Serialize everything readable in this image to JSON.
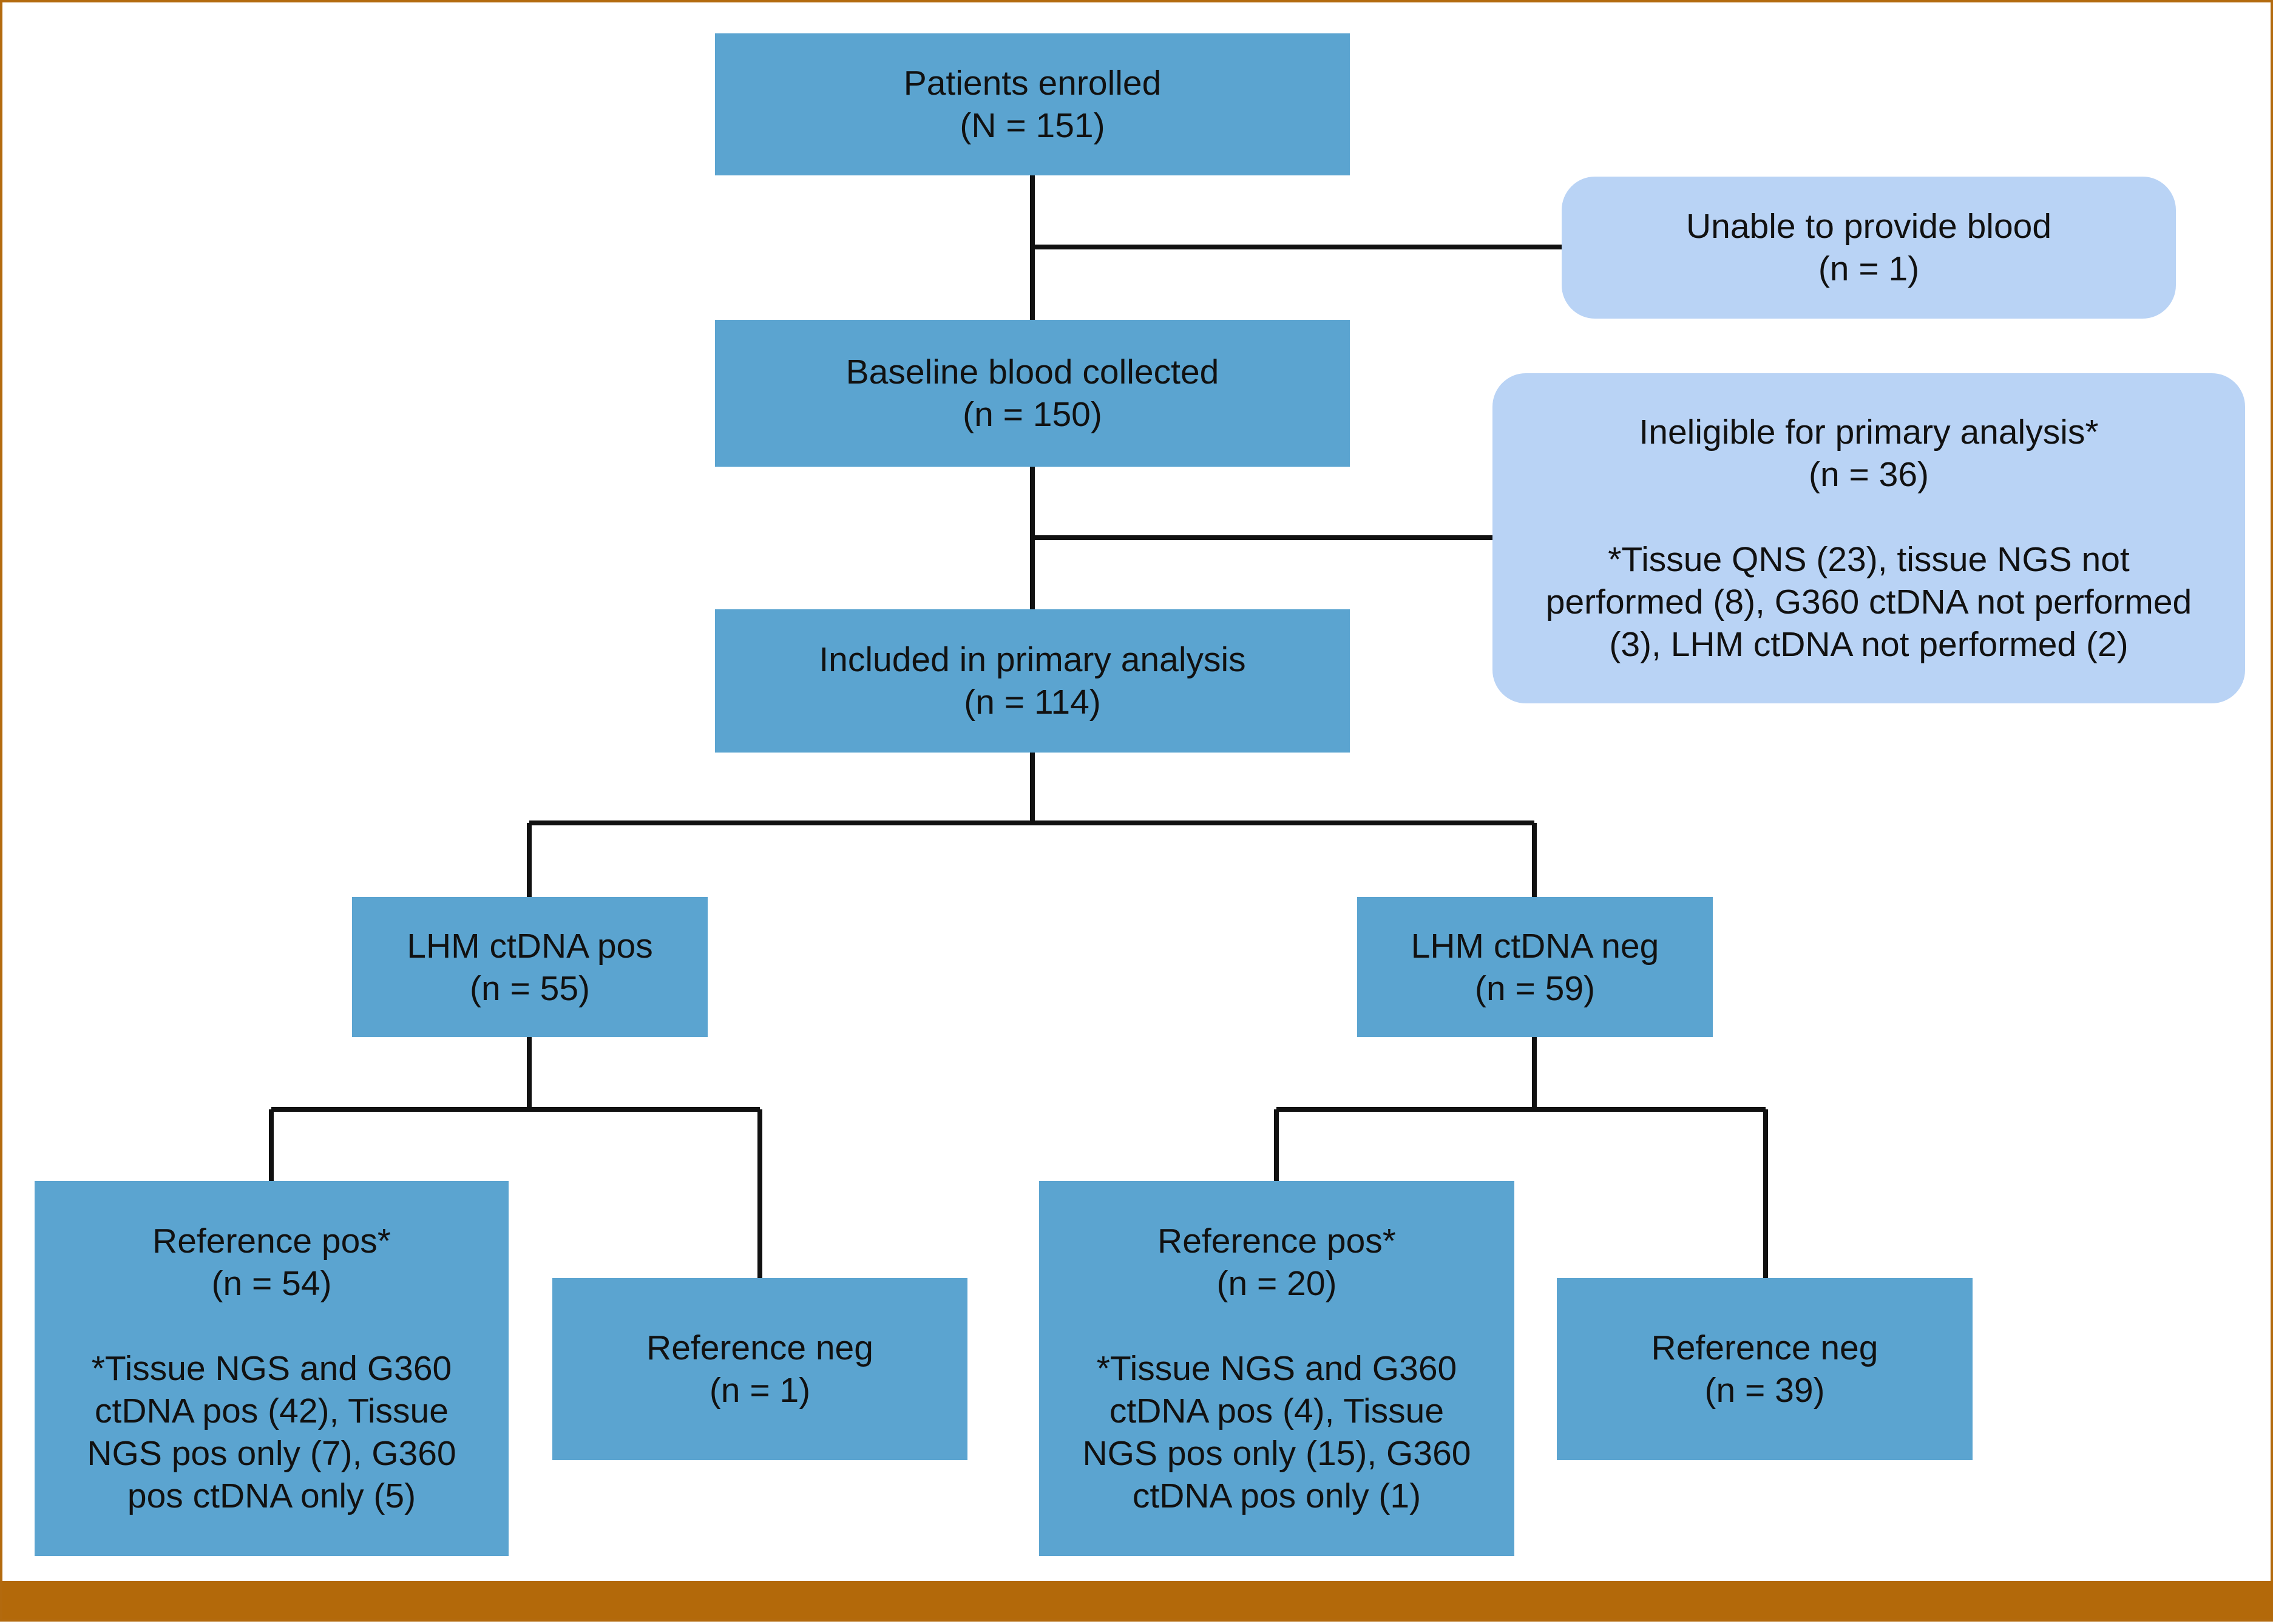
{
  "colors": {
    "main_box": "#5ba4d0",
    "exclusion_box": "#b9d3f5",
    "frame": "#b36a0e",
    "connector": "#111111"
  },
  "nodes": {
    "enrolled": {
      "title": "Patients enrolled",
      "count": "(N = 151)"
    },
    "no_blood": {
      "title": "Unable to provide blood",
      "count": "(n = 1)"
    },
    "baseline": {
      "title": "Baseline blood collected",
      "count": "(n = 150)"
    },
    "ineligible": {
      "title": "Ineligible for primary analysis*",
      "count": "(n = 36)",
      "note": "*Tissue QNS (23), tissue NGS not\nperformed (8), G360 ctDNA not performed\n(3), LHM ctDNA not performed (2)"
    },
    "included": {
      "title": "Included in primary analysis",
      "count": "(n = 114)"
    },
    "lhm_pos": {
      "title": "LHM ctDNA pos",
      "count": "(n = 55)"
    },
    "lhm_neg": {
      "title": "LHM ctDNA neg",
      "count": "(n = 59)"
    },
    "pos_ref_pos": {
      "title": "Reference pos*",
      "count": "(n = 54)",
      "note": "*Tissue NGS and G360\nctDNA pos (42), Tissue\nNGS pos only (7), G360\npos ctDNA only (5)"
    },
    "pos_ref_neg": {
      "title": "Reference neg",
      "count": "(n = 1)"
    },
    "neg_ref_pos": {
      "title": "Reference pos*",
      "count": "(n = 20)",
      "note": "*Tissue NGS and G360\nctDNA  pos (4), Tissue\nNGS pos only (15), G360\nctDNA pos only (1)"
    },
    "neg_ref_neg": {
      "title": "Reference neg",
      "count": "(n = 39)"
    }
  }
}
